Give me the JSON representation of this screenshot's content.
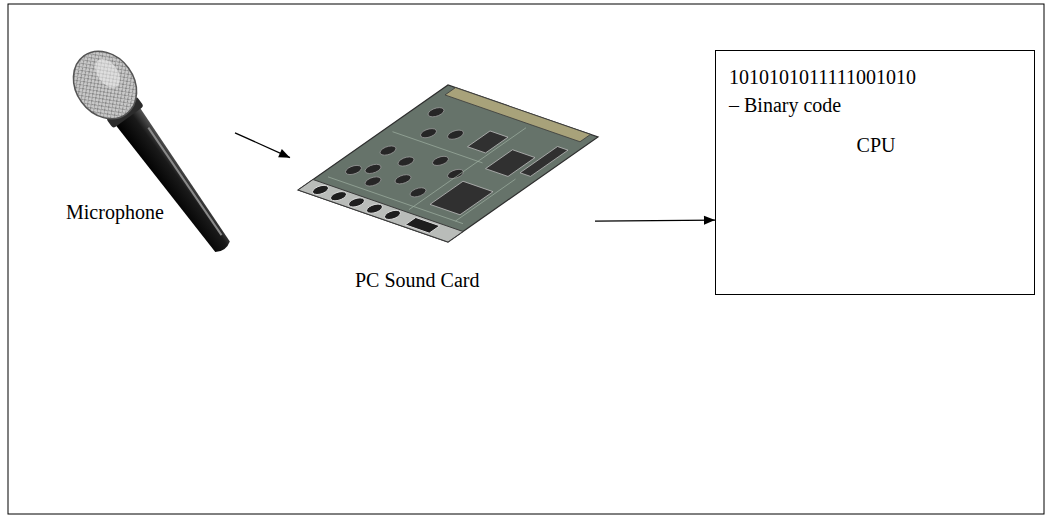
{
  "diagram": {
    "nodes": [
      {
        "text": [
          "Microphone"
        ]
      },
      {
        "text": [
          "PC Sound Card"
        ]
      },
      {
        "text": [
          "1010101011111001010 – Binary code",
          "CPU"
        ]
      }
    ],
    "edges": [
      {
        "from": 0,
        "to": 1,
        "arrow": "to"
      },
      {
        "from": 1,
        "to": 2,
        "arrow": "to"
      }
    ]
  }
}
